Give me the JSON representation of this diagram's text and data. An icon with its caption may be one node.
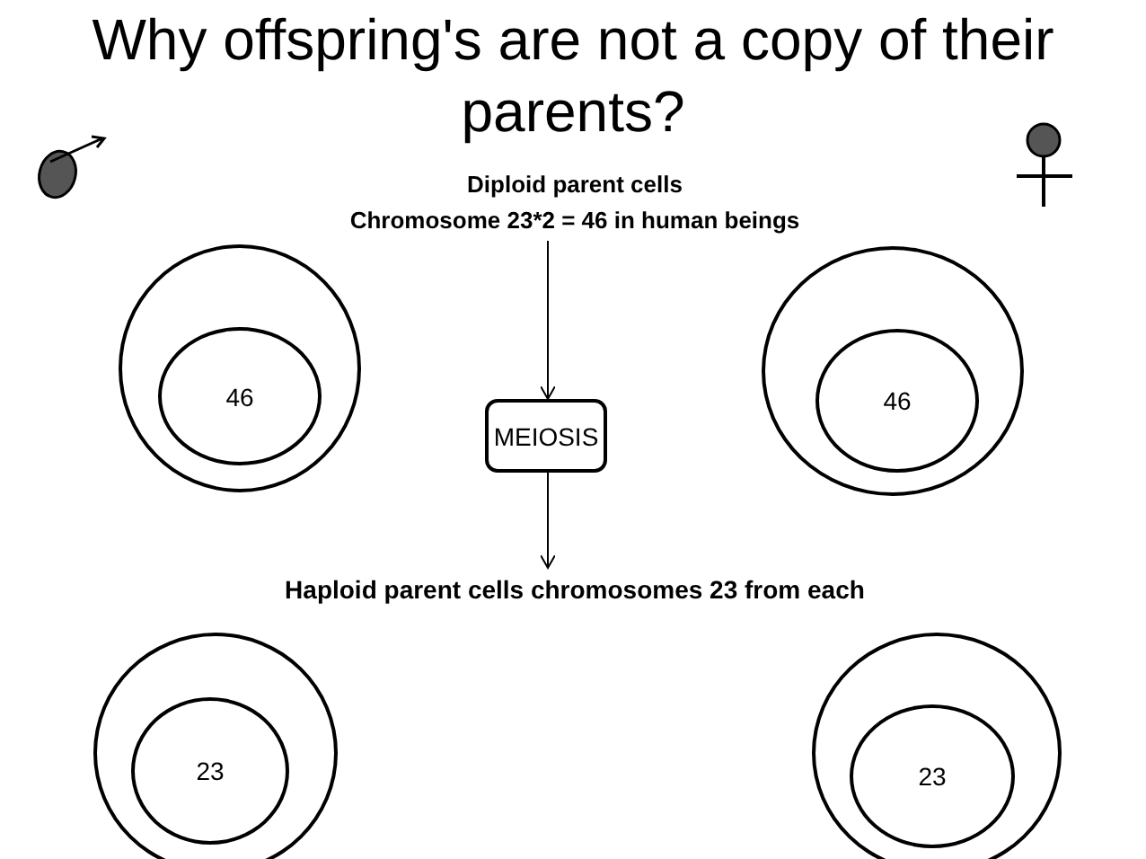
{
  "diagram": {
    "title": "Why offspring's are not a copy of their parents?",
    "nodes": [
      {
        "text": [
          "Diploid parent cells",
          "Chromosome 23*2 = 46  in human beings"
        ]
      },
      {
        "text": [],
        "shape": "circle"
      },
      {
        "text": [
          "46"
        ],
        "in": 1
      },
      {
        "text": [
          "MEIOSIS"
        ]
      },
      {
        "text": [],
        "shape": "circle"
      },
      {
        "text": [
          "46"
        ],
        "in": 4
      },
      {
        "text": [
          "Haploid parent cells chromosomes 23 from each"
        ]
      },
      {
        "text": [],
        "shape": "circle"
      },
      {
        "text": [
          "23"
        ],
        "in": 7
      },
      {
        "text": [],
        "shape": "circle"
      },
      {
        "text": [
          "23"
        ],
        "in": 9
      }
    ],
    "edges": [
      {
        "from": 0,
        "to": 3,
        "arrow": "to"
      },
      {
        "from": 3,
        "to": 6,
        "arrow": "to"
      }
    ]
  }
}
